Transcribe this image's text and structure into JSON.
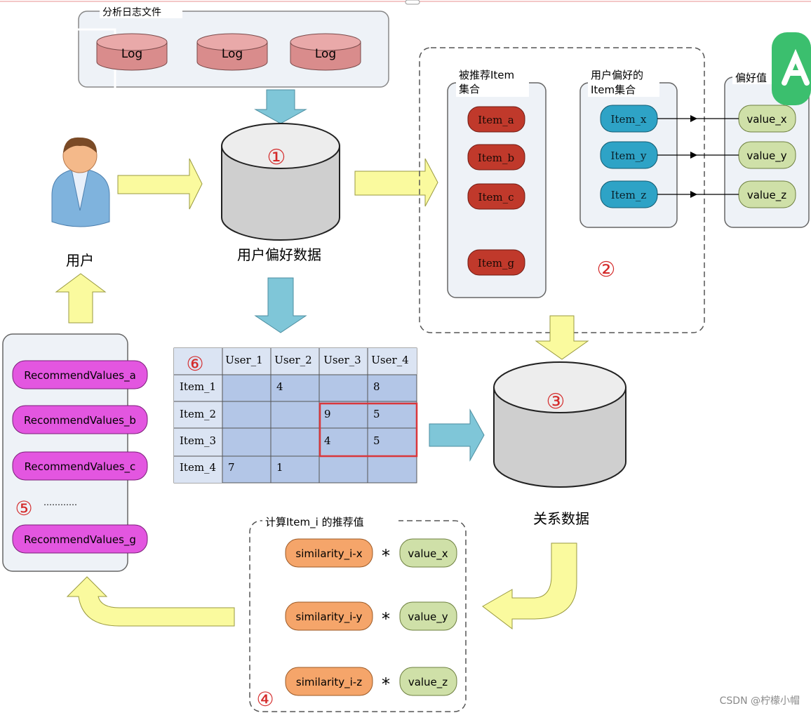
{
  "log_group": {
    "title": "分析日志文件",
    "logs": [
      "Log",
      "Log",
      "Log"
    ]
  },
  "user": {
    "label": "用户"
  },
  "pref_db": {
    "number": "①",
    "label": "用户偏好数据"
  },
  "recommended": {
    "title_line1": "被推荐Item",
    "title_line2": "集合",
    "items": [
      "Item_a",
      "Item_b",
      "Item_c",
      "Item_g"
    ]
  },
  "user_pref": {
    "title_line1": "用户偏好的",
    "title_line2": "Item集合",
    "items": [
      "Item_x",
      "Item_y",
      "Item_z"
    ]
  },
  "pref_values": {
    "title": "偏好值",
    "items": [
      "value_x",
      "value_y",
      "value_z"
    ]
  },
  "group2_number": "②",
  "relation_db": {
    "number": "③",
    "label": "关系数据"
  },
  "matrix": {
    "number": "⑥",
    "columns": [
      "User_1",
      "User_2",
      "User_3",
      "User_4"
    ],
    "rows": [
      {
        "label": "Item_1",
        "cells": [
          "",
          "4",
          "",
          "8"
        ]
      },
      {
        "label": "Item_2",
        "cells": [
          "",
          "",
          "9",
          "5"
        ]
      },
      {
        "label": "Item_3",
        "cells": [
          "",
          "",
          "4",
          "5"
        ]
      },
      {
        "label": "Item_4",
        "cells": [
          "7",
          "1",
          "",
          ""
        ]
      }
    ]
  },
  "compute": {
    "title": "计算Item_i 的推荐值",
    "number": "④",
    "rows": [
      {
        "sim": "similarity_i-x",
        "op": "*",
        "val": "value_x"
      },
      {
        "sim": "similarity_i-y",
        "op": "*",
        "val": "value_y"
      },
      {
        "sim": "similarity_i-z",
        "op": "*",
        "val": "value_z"
      }
    ]
  },
  "recommend_values": {
    "number": "⑤",
    "items": [
      "RecommendValues_a",
      "RecommendValues_b",
      "RecommendValues_c",
      "RecommendValues_g"
    ],
    "ellipsis": "…………"
  },
  "watermark": "CSDN @柠檬小帽",
  "colors": {
    "log_fill": "#d98c8c",
    "item_red": "#c0392b",
    "item_blue": "#2ea3c6",
    "value_green": "#cfe0a8",
    "sim_orange": "#f5a56a",
    "rec_magenta": "#e356e0",
    "yellow_arrow": "#fafa9e",
    "blue_arrow": "#7fc6d8",
    "matrix_cell": "#b3c6e7",
    "highlight_red": "#d9373b",
    "panel_bg": "#eef2f7",
    "number_red": "#d42a2a",
    "corner_logo": "#3bbf6e"
  }
}
